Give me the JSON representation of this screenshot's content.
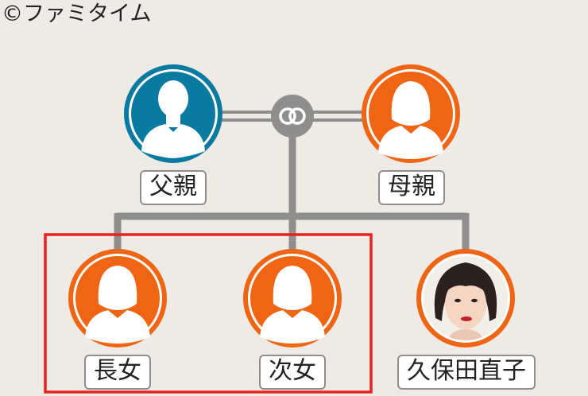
{
  "copyright": "©ファミタイム",
  "colors": {
    "background": "#eeebe7",
    "line": "#8e8e8e",
    "father_ring": "#0a7aa0",
    "female_ring": "#f06514",
    "highlight_box": "#e8211d"
  },
  "members": {
    "father": {
      "label": "父親",
      "icon": "male-silhouette-icon"
    },
    "mother": {
      "label": "母親",
      "icon": "female-silhouette-icon"
    },
    "eldest_daughter": {
      "label": "長女",
      "icon": "female-silhouette-icon"
    },
    "second_daughter": {
      "label": "次女",
      "icon": "female-silhouette-icon"
    },
    "subject": {
      "label": "久保田直子",
      "icon": "person-photo"
    }
  },
  "marriage_icon": "rings-icon"
}
